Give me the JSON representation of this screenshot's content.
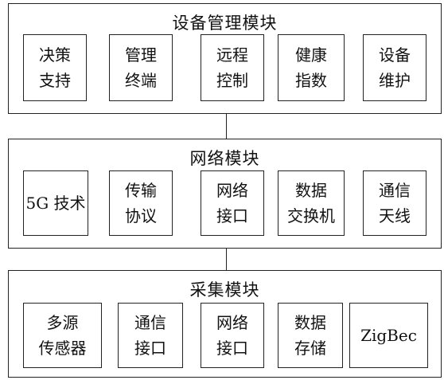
{
  "modules": [
    {
      "title": "设备管理模块",
      "items": [
        "决策\n支持",
        "管理\n终端",
        "远程\n控制",
        "健康\n指数",
        "设备\n维护"
      ]
    },
    {
      "title": "网络模块",
      "items": [
        "5G 技术",
        "传输\n协议",
        "网络\n接口",
        "数据\n交换机",
        "通信\n天线"
      ]
    },
    {
      "title": "采集模块",
      "items": [
        "多源\n传感器",
        "通信\n接口",
        "网络\n接口",
        "数据\n存储",
        "ZigBec"
      ]
    }
  ]
}
